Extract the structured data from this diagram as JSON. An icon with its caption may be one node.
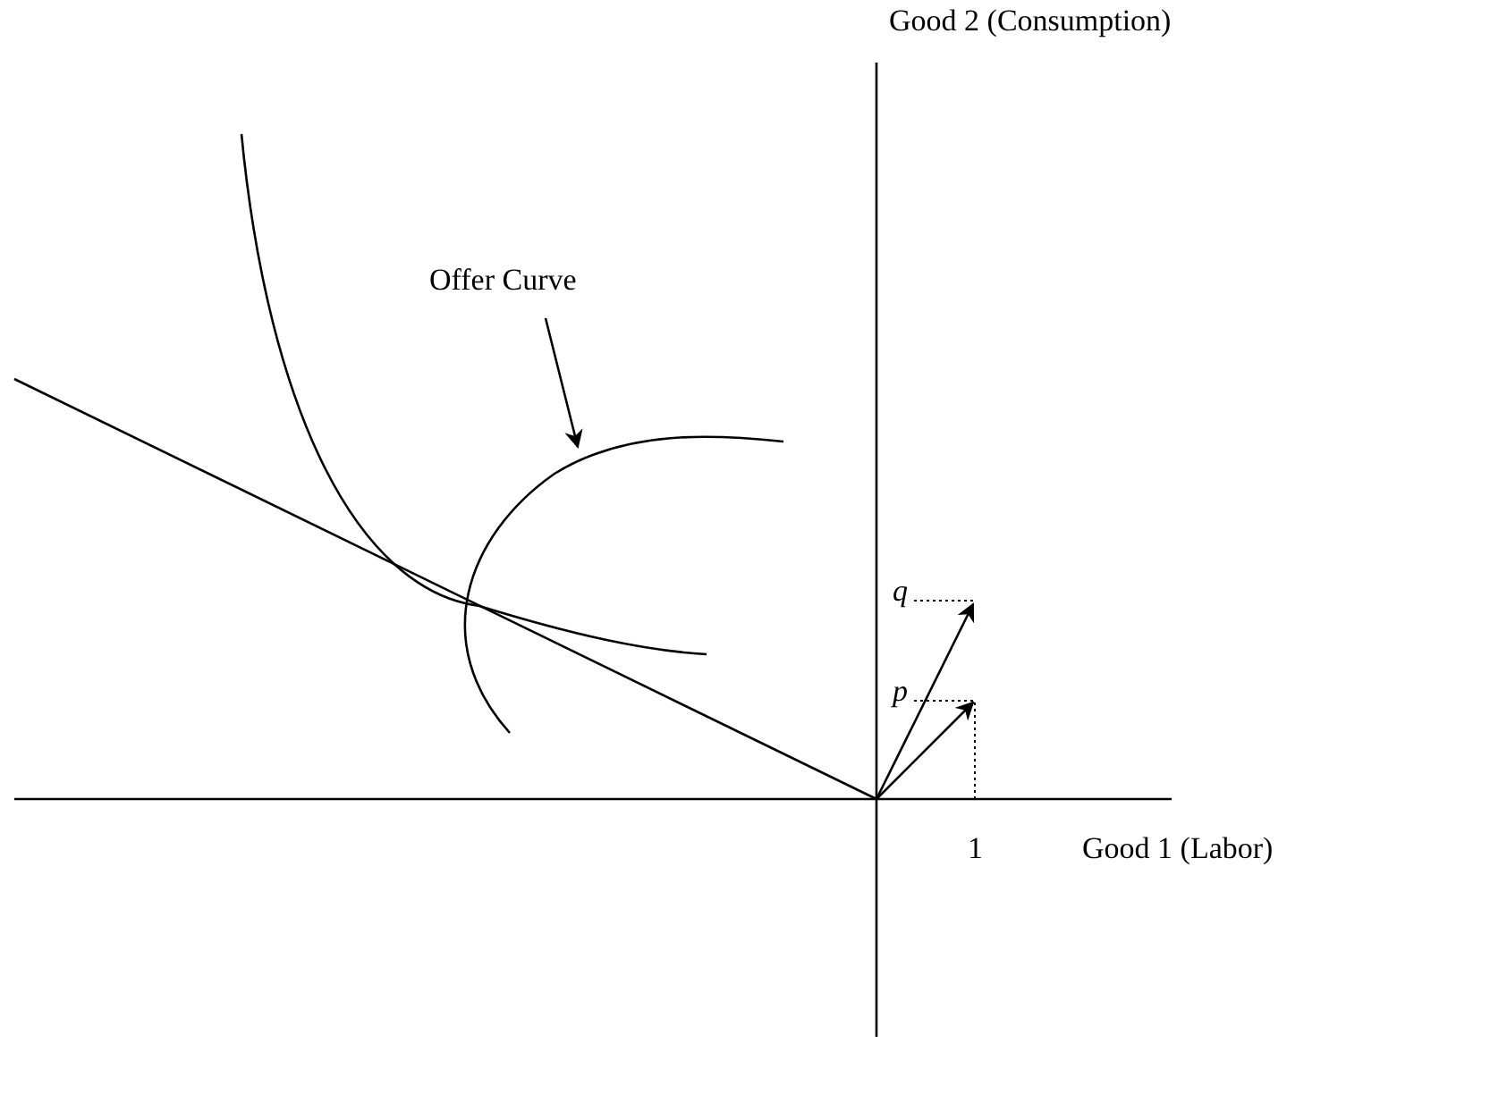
{
  "diagram": {
    "nodes": [
      {
        "text": [
          "Offer Curve"
        ]
      },
      {
        "text": [],
        "shape": "curve"
      }
    ],
    "edges": [
      {
        "from": 0,
        "to": 1,
        "arrow": "to"
      }
    ],
    "labels": [
      "Good 2 (Consumption)",
      "q",
      "p",
      "1",
      "Good 1 (Labor)"
    ]
  }
}
